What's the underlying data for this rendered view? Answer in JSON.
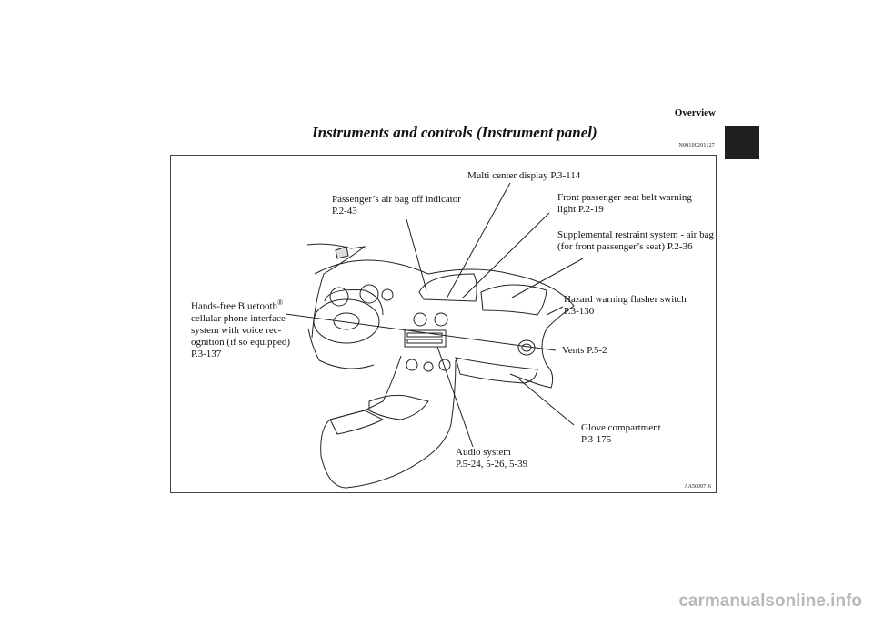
{
  "header": {
    "section": "Overview",
    "title": "Instruments and controls (Instrument panel)",
    "code": "N00100201127"
  },
  "figure": {
    "image_code": "AA5009716",
    "callouts": {
      "multi_center_display": "Multi center display P.3-114",
      "airbag_off_indicator_1": "Passenger’s air bag off indicator",
      "airbag_off_indicator_2": "P.2-43",
      "seat_belt_warning_1": "Front passenger seat belt warning",
      "seat_belt_warning_2": "light P.2-19",
      "srs_airbag_1": "Supplemental restraint system - air bag",
      "srs_airbag_2": "(for front passenger’s seat) P.2-36",
      "hazard_flasher_1": "Hazard warning flasher switch",
      "hazard_flasher_2": "P.3-130",
      "bluetooth_1": "Hands-free Bluetooth",
      "bluetooth_sup": "®",
      "bluetooth_2": "cellular phone interface",
      "bluetooth_3": "system with voice rec-",
      "bluetooth_4": "ognition (if so equipped)",
      "bluetooth_5": "P.3-137",
      "vents": "Vents P.5-2",
      "glove_compartment_1": "Glove compartment",
      "glove_compartment_2": "P.3-175",
      "audio_system_1": "Audio system",
      "audio_system_2": "P.5-24, 5-26, 5-39"
    }
  },
  "footer": {
    "watermark": "carmanualsonline.info"
  }
}
